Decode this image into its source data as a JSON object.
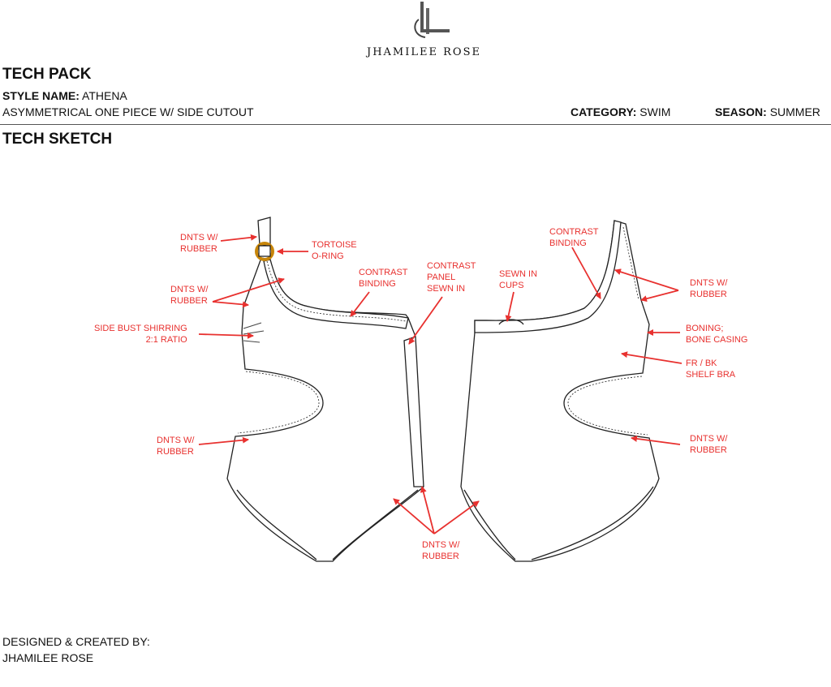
{
  "brand": {
    "name": "JHAMILEE ROSE"
  },
  "header": {
    "title": "TECH PACK",
    "style_name_label": "STYLE NAME:",
    "style_name": "ATHENA",
    "description": "ASYMMETRICAL ONE PIECE W/ SIDE CUTOUT",
    "category_label": "CATEGORY:",
    "category": "SWIM",
    "season_label": "SEASON:",
    "season": "SUMMER"
  },
  "section": {
    "title": "TECH SKETCH"
  },
  "annotations": {
    "front": [
      "DNTS W/\nRUBBER",
      "TORTOISE\nO-RING",
      "DNTS W/\nRUBBER",
      "CONTRAST\nBINDING",
      "CONTRAST\nPANEL\nSEWN IN",
      "SIDE BUST SHIRRING\n2:1 RATIO",
      "DNTS W/\nRUBBER"
    ],
    "shared": "DNTS W/\nRUBBER",
    "back": [
      "CONTRAST\nBINDING",
      "SEWN IN\nCUPS",
      "DNTS W/\nRUBBER",
      "BONING;\nBONE CASING",
      "FR / BK\nSHELF BRA",
      "DNTS W/\nRUBBER"
    ]
  },
  "footer": {
    "credit_label": "DESIGNED & CREATED BY:",
    "designer": "JHAMILEE ROSE"
  },
  "colors": {
    "annotation": "#e8312f",
    "ring": "#c8860a"
  }
}
